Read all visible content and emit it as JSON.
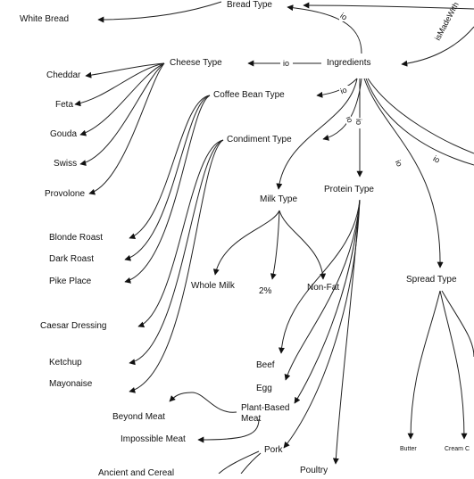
{
  "nodes": {
    "bread_type": "Bread Type",
    "white_bread": "White Bread",
    "ingredients": "Ingredients",
    "cheese_type": "Cheese Type",
    "cheddar": "Cheddar",
    "feta": "Feta",
    "gouda": "Gouda",
    "swiss": "Swiss",
    "provolone": "Provolone",
    "coffee_bean_type": "Coffee Bean Type",
    "blonde_roast": "Blonde Roast",
    "dark_roast": "Dark Roast",
    "pike_place": "Pike Place",
    "condiment_type": "Condiment Type",
    "caesar_dressing": "Caesar Dressing",
    "ketchup": "Ketchup",
    "mayonaise": "Mayonaise",
    "milk_type": "Milk Type",
    "whole_milk": "Whole Milk",
    "two_percent": "2%",
    "non_fat": "Non-Fat",
    "protein_type": "Protein Type",
    "beef": "Beef",
    "egg": "Egg",
    "plant_based_meat_1": "Plant-Based",
    "plant_based_meat_2": "Meat",
    "beyond_meat": "Beyond Meat",
    "impossible_meat": "Impossible Meat",
    "pork": "Pork",
    "poultry": "Poultry",
    "spread_type": "Spread Type",
    "butter": "Butter",
    "cream_cheese": "Cream C",
    "partial_bottom_left": "Ancient and Cereal"
  },
  "edge_labels": {
    "io_bread": "io",
    "io_cheese": "io",
    "io_coffee": "io",
    "io_condiment": "io",
    "io_protein": "io",
    "io_spread": "io",
    "io_right": "io",
    "is_made_with": "isMadeWith"
  }
}
